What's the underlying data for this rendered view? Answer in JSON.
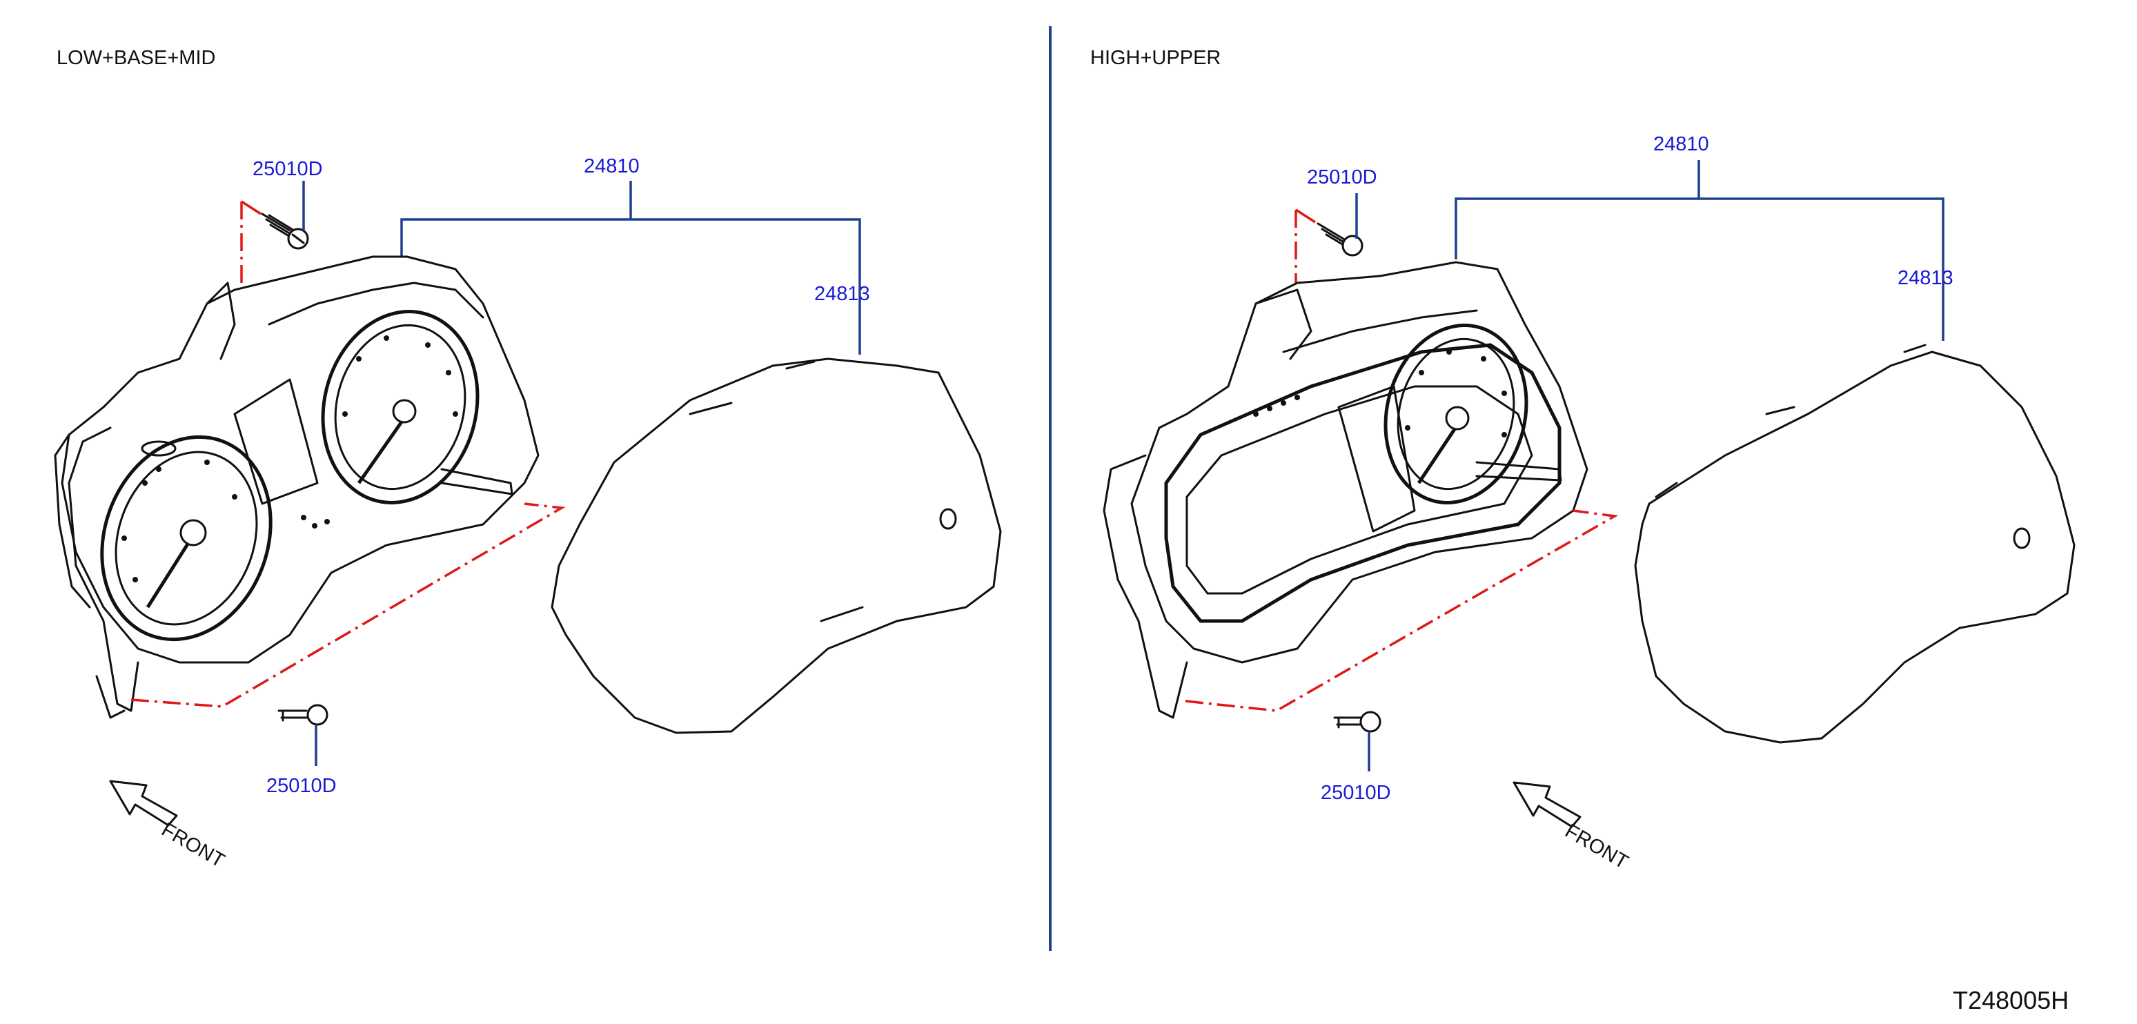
{
  "colors": {
    "callout_text": "#1a1ad6",
    "leader_line": "#1f3f8f",
    "assembly_dash": "#e01818",
    "outline": "#111111"
  },
  "left_panel": {
    "title": "LOW+BASE+MID",
    "labels": {
      "assembly": "24810",
      "lens": "24813",
      "screw_top": "25010D",
      "screw_bottom": "25010D"
    },
    "front": "FRONT"
  },
  "right_panel": {
    "title": "HIGH+UPPER",
    "labels": {
      "assembly": "24810",
      "lens": "24813",
      "screw_top": "25010D",
      "screw_bottom": "25010D"
    },
    "front": "FRONT"
  },
  "diagram_code": "T248005H"
}
